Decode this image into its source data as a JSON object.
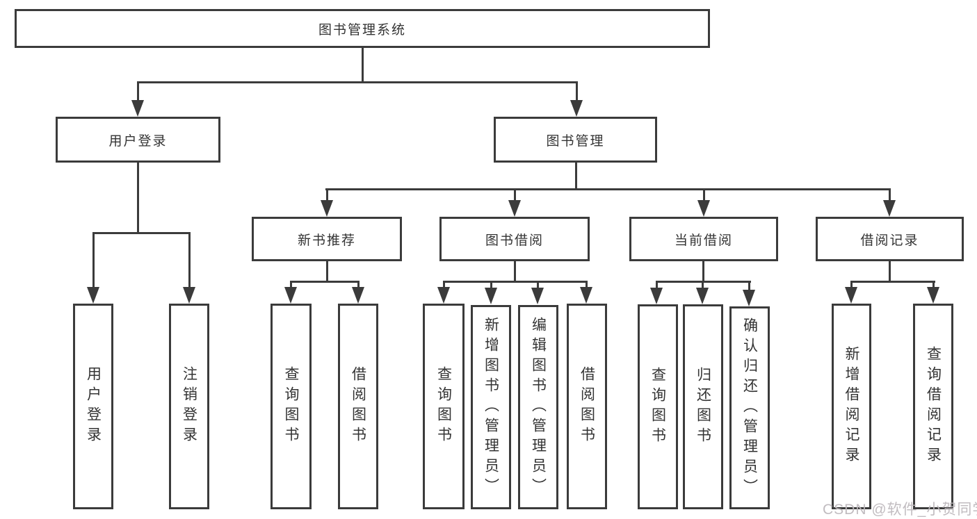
{
  "colors": {
    "line": "#3b3b3b",
    "text": "#333333",
    "background": "#ffffff",
    "watermark": "#beb8bd"
  },
  "root": {
    "label": "图书管理系统"
  },
  "level2": {
    "login": {
      "label": "用户登录"
    },
    "mgmt": {
      "label": "图书管理"
    }
  },
  "level3": {
    "recommend": {
      "label": "新书推荐"
    },
    "borrow": {
      "label": "图书借阅"
    },
    "current": {
      "label": "当前借阅"
    },
    "records": {
      "label": "借阅记录"
    }
  },
  "leaves": {
    "login_user": {
      "label": "用户登录"
    },
    "login_logout": {
      "label": "注销登录"
    },
    "recommend_query": {
      "label": "查询图书"
    },
    "recommend_borrow": {
      "label": "借阅图书"
    },
    "borrow_query": {
      "label": "查询图书"
    },
    "borrow_add": {
      "label": "新增图书（管理员）"
    },
    "borrow_edit": {
      "label": "编辑图书（管理员）"
    },
    "borrow_borrow": {
      "label": "借阅图书"
    },
    "current_query": {
      "label": "查询图书"
    },
    "current_return": {
      "label": "归还图书"
    },
    "current_confirm": {
      "label": "确认归还（管理员）"
    },
    "records_add": {
      "label": "新增借阅记录"
    },
    "records_query": {
      "label": "查询借阅记录"
    }
  },
  "watermark": {
    "text": "CSDN @软件_小贺同学"
  }
}
